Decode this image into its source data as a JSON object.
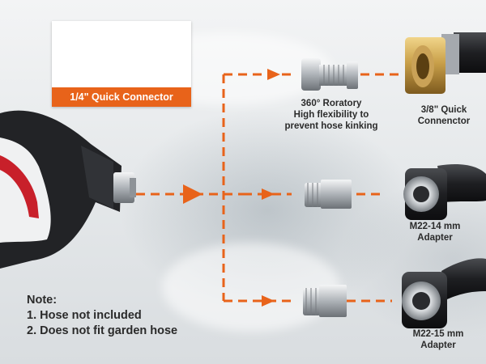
{
  "callouts": {
    "quick_connector_quarter": "1/4\" Quick Connector",
    "swivel_line1": "360° Roratory",
    "swivel_line2": "High flexibility to",
    "swivel_line3": "prevent hose kinking",
    "qc_three_eighths_line1": "3/8\" Quick",
    "qc_three_eighths_line2": "Connenctor",
    "m22_14_line1": "M22-14 mm",
    "m22_14_line2": "Adapter",
    "m22_15_line1": "M22-15 mm",
    "m22_15_line2": "Adapter"
  },
  "note": {
    "heading": "Note:",
    "line1": "1. Hose not included",
    "line2": "2. Does not fit garden hose"
  },
  "colors": {
    "accent_orange": "#e8631a",
    "brass": "#c9a04a",
    "chrome": "#c4c8cc",
    "hose_black": "#1e1f22"
  }
}
